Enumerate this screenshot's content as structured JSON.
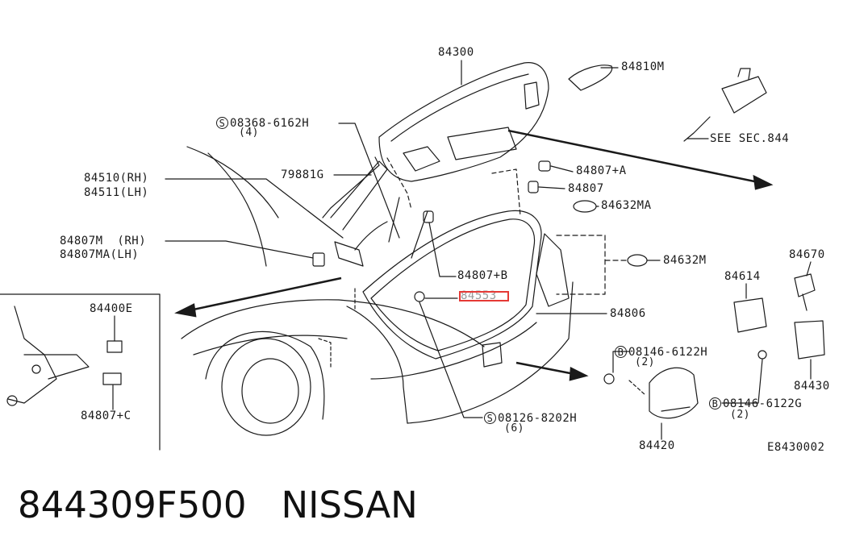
{
  "labels": {
    "l84300": "84300",
    "l84810m": "84810M",
    "l08368_code": "08368-6162H",
    "l08368_qty": "(4)",
    "l79881g": "79881G",
    "l84510": "84510(RH)",
    "l84511": "84511(LH)",
    "l84807a": "84807+A",
    "l84807": "84807",
    "l84632ma": "84632MA",
    "l84807m": "84807M  (RH)",
    "l84807ma": "84807MA(LH)",
    "l84632m": "84632M",
    "l84807b": "84807+B",
    "l84553": "84553",
    "l84806": "84806",
    "l84400e": "84400E",
    "l84807c": "84807+C",
    "l84614": "84614",
    "l84670": "84670",
    "l08146_6122h_code": "08146-6122H",
    "l08146_6122h_qty": "(2)",
    "l84430": "84430",
    "l08146_6122g_code": "08146-6122G",
    "l08146_6122g_qty": "(2)",
    "l08126_code": "08126-8202H",
    "l08126_qty": "(6)",
    "l84420": "84420",
    "see_sec": "SEE SEC.844",
    "drawing_code": "E8430002"
  },
  "symbols": {
    "s": "S",
    "b": "B"
  },
  "footer": {
    "part_number": "844309F500",
    "brand": "NISSAN"
  },
  "colors": {
    "line": "#1a1a1a",
    "highlight": "#e53935"
  }
}
